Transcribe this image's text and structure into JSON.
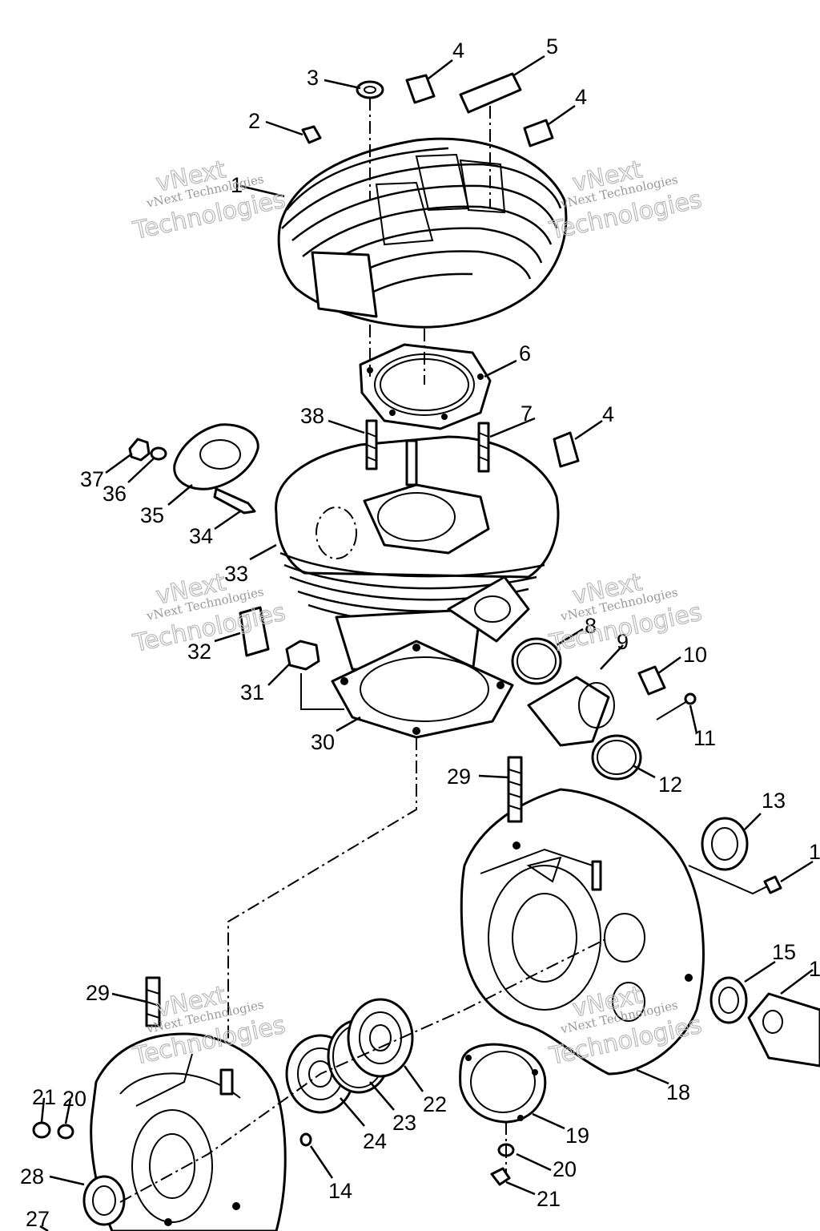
{
  "watermark": {
    "line1": "vNext",
    "line2": "vNext Technologies",
    "line3": "Technologies"
  },
  "callouts": [
    {
      "id": "c1",
      "number": "1"
    },
    {
      "id": "c2",
      "number": "2"
    },
    {
      "id": "c3",
      "number": "3"
    },
    {
      "id": "c4a",
      "number": "4"
    },
    {
      "id": "c5",
      "number": "5"
    },
    {
      "id": "c4b",
      "number": "4"
    },
    {
      "id": "c6",
      "number": "6"
    },
    {
      "id": "c38",
      "number": "38"
    },
    {
      "id": "c7",
      "number": "7"
    },
    {
      "id": "c4c",
      "number": "4"
    },
    {
      "id": "c37",
      "number": "37"
    },
    {
      "id": "c36",
      "number": "36"
    },
    {
      "id": "c35",
      "number": "35"
    },
    {
      "id": "c34",
      "number": "34"
    },
    {
      "id": "c33",
      "number": "33"
    },
    {
      "id": "c32",
      "number": "32"
    },
    {
      "id": "c8",
      "number": "8"
    },
    {
      "id": "c9",
      "number": "9"
    },
    {
      "id": "c10",
      "number": "10"
    },
    {
      "id": "c31",
      "number": "31"
    },
    {
      "id": "c11",
      "number": "11"
    },
    {
      "id": "c30",
      "number": "30"
    },
    {
      "id": "c12",
      "number": "12"
    },
    {
      "id": "c29a",
      "number": "29"
    },
    {
      "id": "c13",
      "number": "13"
    },
    {
      "id": "c1x",
      "number": "1"
    },
    {
      "id": "c15",
      "number": "15"
    },
    {
      "id": "c1y",
      "number": "1"
    },
    {
      "id": "c29b",
      "number": "29"
    },
    {
      "id": "c18",
      "number": "18"
    },
    {
      "id": "c22",
      "number": "22"
    },
    {
      "id": "c21a",
      "number": "21"
    },
    {
      "id": "c20a",
      "number": "20"
    },
    {
      "id": "c23",
      "number": "23"
    },
    {
      "id": "c24",
      "number": "24"
    },
    {
      "id": "c19",
      "number": "19"
    },
    {
      "id": "c14",
      "number": "14"
    },
    {
      "id": "c20b",
      "number": "20"
    },
    {
      "id": "c28",
      "number": "28"
    },
    {
      "id": "c21b",
      "number": "21"
    },
    {
      "id": "c27",
      "number": "27"
    }
  ]
}
